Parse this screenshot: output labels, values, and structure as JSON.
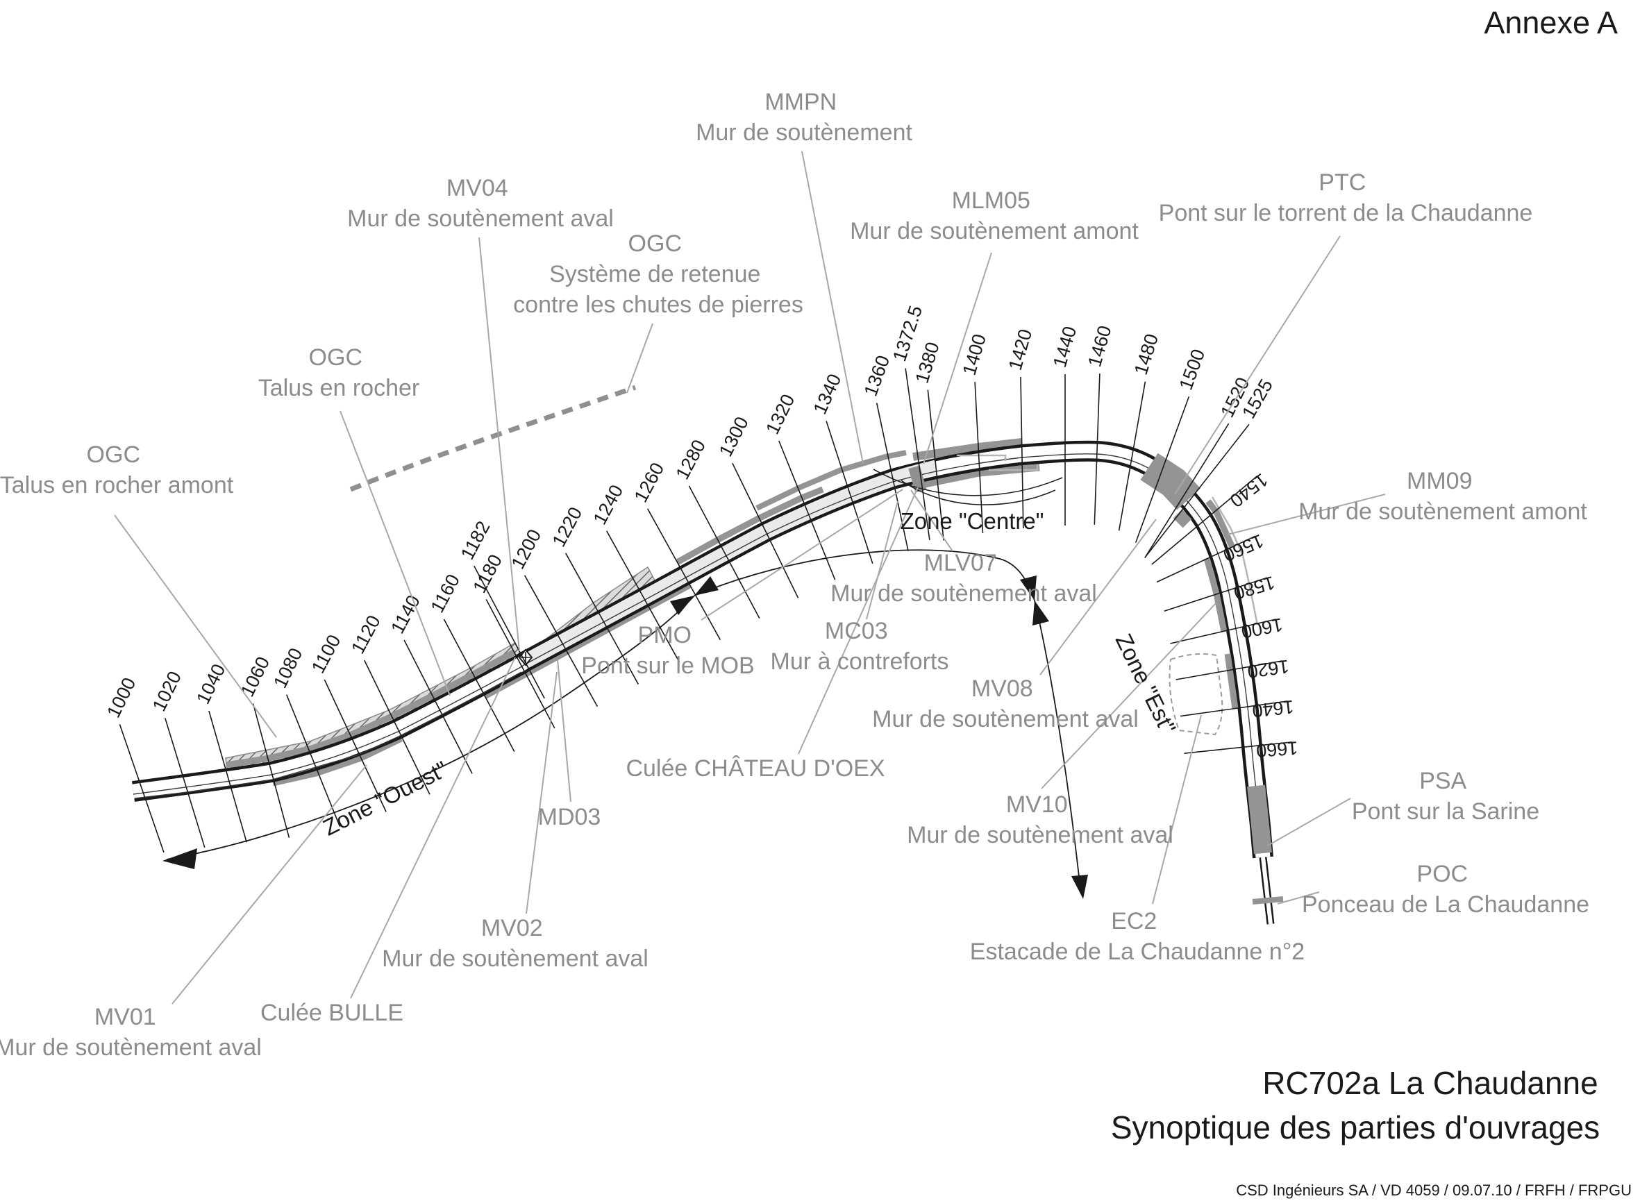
{
  "document": {
    "annexe": "Annexe A",
    "title_line1": "RC702a La Chaudanne",
    "title_line2": "Synoptique des parties d'ouvrages",
    "footer": "CSD Ingénieurs SA / VD 4059 / 09.07.10 / FRFH / FRPGU"
  },
  "zones": {
    "ouest": "Zone \"Ouest\"",
    "centre": "Zone \"Centre\"",
    "est": "Zone \"Est\""
  },
  "labels": {
    "ogc_amont": {
      "lines": [
        "OGC",
        "Talus en rocher amont"
      ]
    },
    "ogc_rocher": {
      "lines": [
        "OGC",
        "Talus en rocher"
      ]
    },
    "mv04": {
      "lines": [
        "MV04",
        "Mur de soutènement aval"
      ]
    },
    "ogc_systeme": {
      "lines": [
        "OGC",
        "Système de retenue",
        "contre les chutes de pierres"
      ]
    },
    "mmpn": {
      "lines": [
        "MMPN",
        "Mur de soutènement"
      ]
    },
    "mlm05": {
      "lines": [
        "MLM05",
        "Mur de soutènement amont"
      ]
    },
    "ptc": {
      "lines": [
        "PTC",
        "Pont sur le torrent de la Chaudanne"
      ]
    },
    "mm09": {
      "lines": [
        "MM09",
        "Mur de soutènement amont"
      ]
    },
    "mlv07": {
      "lines": [
        "MLV07",
        "Mur de soutènement aval"
      ]
    },
    "mc03": {
      "lines": [
        "MC03",
        "Mur à contreforts"
      ]
    },
    "pmo": {
      "lines": [
        "PMO",
        "Pont sur le MOB"
      ]
    },
    "mv08": {
      "lines": [
        "MV08",
        "Mur de soutènement aval"
      ]
    },
    "culee_oex": {
      "lines": [
        "Culée CHÂTEAU D'OEX"
      ]
    },
    "md03": {
      "lines": [
        "MD03"
      ]
    },
    "mv10": {
      "lines": [
        "MV10",
        "Mur de soutènement aval"
      ]
    },
    "psa": {
      "lines": [
        "PSA",
        "Pont sur la Sarine"
      ]
    },
    "poc": {
      "lines": [
        "POC",
        "Ponceau de La Chaudanne"
      ]
    },
    "ec2": {
      "lines": [
        "EC2",
        "Estacade de La Chaudanne n°2"
      ]
    },
    "mv02": {
      "lines": [
        "MV02",
        "Mur de soutènement aval"
      ]
    },
    "culee_bulle": {
      "lines": [
        "Culée BULLE"
      ]
    },
    "mv01": {
      "lines": [
        "MV01",
        "Mur de soutènement aval"
      ]
    }
  },
  "chainage": {
    "values": [
      "1000",
      "1020",
      "1040",
      "1060",
      "1080",
      "1100",
      "1120",
      "1140",
      "1160",
      "1180",
      "1182",
      "1200",
      "1220",
      "1240",
      "1260",
      "1280",
      "1300",
      "1320",
      "1340",
      "1360",
      "1372.5",
      "1380",
      "1400",
      "1420",
      "1440",
      "1460",
      "1480",
      "1500",
      "1520",
      "1525",
      "1540",
      "1560",
      "1580",
      "1600",
      "1620",
      "1640",
      "1660"
    ]
  },
  "colors": {
    "ink": "#1a1a1a",
    "label_gray": "#8c8c8c",
    "leader_gray": "#a8a8a8",
    "wall_gray": "#949494",
    "road_fill": "#eaeaea"
  }
}
